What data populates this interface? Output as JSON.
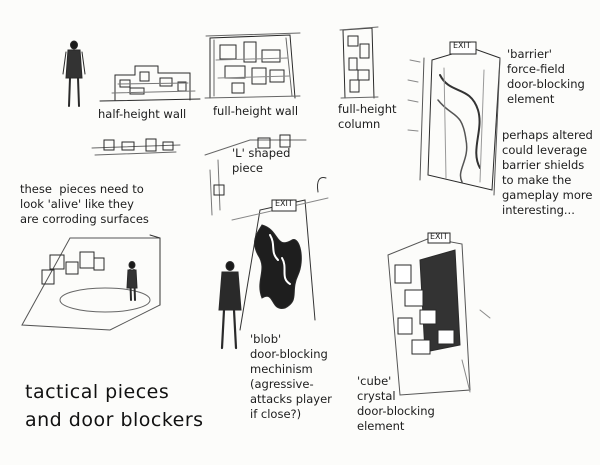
{
  "labels": {
    "half_height_wall": "half-height wall",
    "full_height_wall": "full-height wall",
    "full_height_column": "full-height\ncolumn",
    "barrier": "'barrier'\nforce-field\ndoor-blocking\nelement",
    "barrier_note": "perhaps altered\ncould leverage\nbarrier shields\nto make the\ngameplay more\ninteresting...",
    "l_shaped": "'L' shaped\npiece",
    "alive_note": "these  pieces need to\nlook 'alive' like they\nare corroding surfaces",
    "blob": "'blob'\ndoor-blocking\nmechinism\n(agressive-\nattacks player\nif close?)",
    "cube": "'cube'\ncrystal\ndoor-blocking\nelement",
    "title": "tactical pieces\nand door blockers"
  },
  "signs": {
    "exit_sign_1": "EXIT",
    "exit_sign_2": "EXIT",
    "exit_sign_3": "EXIT"
  }
}
